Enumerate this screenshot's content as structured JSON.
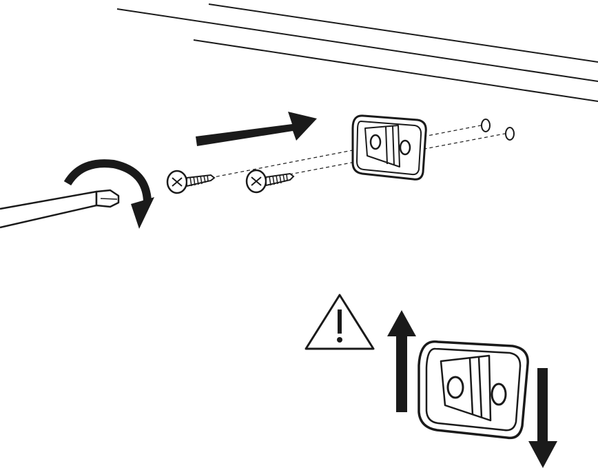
{
  "illustration": {
    "colors": {
      "ink": "#1a1a1a",
      "background": "#ffffff",
      "fill_light": "#ffffff"
    },
    "icons": {
      "warning": "warning-triangle-icon",
      "rotate": "clockwise-rotation-icon",
      "push": "push-arrow-icon",
      "adjust_up": "up-arrow-icon",
      "adjust_down": "down-arrow-icon"
    },
    "parts": [
      "screwdriver",
      "screw",
      "screw",
      "mounting-bracket",
      "wall-hole",
      "wall-hole",
      "cabinet-edge"
    ]
  }
}
